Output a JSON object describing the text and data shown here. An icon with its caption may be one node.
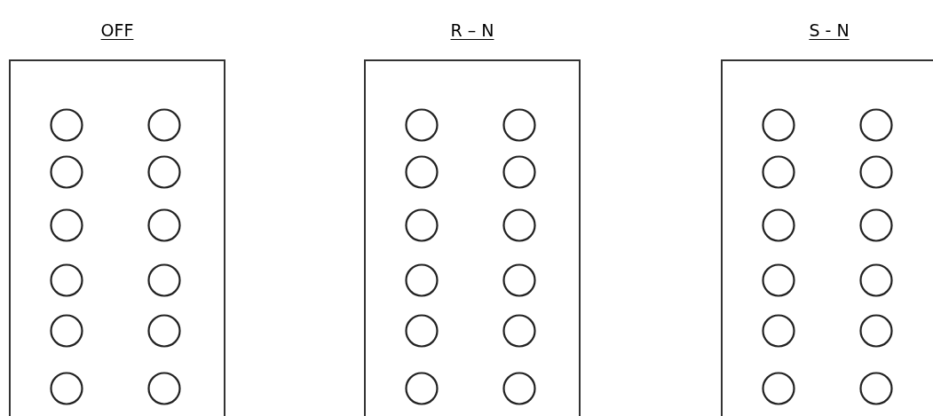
{
  "diagram": {
    "nodes": [
      {
        "text": [
          "OFF"
        ]
      },
      {
        "text": [],
        "shape": "circle",
        "in": 0
      },
      {
        "text": [],
        "shape": "circle",
        "in": 0
      },
      {
        "text": [],
        "shape": "circle",
        "in": 0
      },
      {
        "text": [],
        "shape": "circle",
        "in": 0
      },
      {
        "text": [],
        "shape": "circle",
        "in": 0
      },
      {
        "text": [],
        "shape": "circle",
        "in": 0
      },
      {
        "text": [],
        "shape": "circle",
        "in": 0
      },
      {
        "text": [],
        "shape": "circle",
        "in": 0
      },
      {
        "text": [],
        "shape": "circle",
        "in": 0
      },
      {
        "text": [],
        "shape": "circle",
        "in": 0
      },
      {
        "text": [],
        "shape": "circle",
        "in": 0
      },
      {
        "text": [],
        "shape": "circle",
        "in": 0
      },
      {
        "text": [
          "R – N"
        ]
      },
      {
        "text": [],
        "shape": "circle",
        "in": 13
      },
      {
        "text": [],
        "shape": "circle",
        "in": 13
      },
      {
        "text": [],
        "shape": "circle",
        "in": 13
      },
      {
        "text": [],
        "shape": "circle",
        "in": 13
      },
      {
        "text": [],
        "shape": "circle",
        "in": 13
      },
      {
        "text": [],
        "shape": "circle",
        "in": 13
      },
      {
        "text": [],
        "shape": "circle",
        "in": 13
      },
      {
        "text": [],
        "shape": "circle",
        "in": 13
      },
      {
        "text": [],
        "shape": "circle",
        "in": 13
      },
      {
        "text": [],
        "shape": "circle",
        "in": 13
      },
      {
        "text": [],
        "shape": "circle",
        "in": 13
      },
      {
        "text": [],
        "shape": "circle",
        "in": 13
      },
      {
        "text": [
          "S - N"
        ]
      },
      {
        "text": [],
        "shape": "circle",
        "in": 26
      },
      {
        "text": [],
        "shape": "circle",
        "in": 26
      },
      {
        "text": [],
        "shape": "circle",
        "in": 26
      },
      {
        "text": [],
        "shape": "circle",
        "in": 26
      },
      {
        "text": [],
        "shape": "circle",
        "in": 26
      },
      {
        "text": [],
        "shape": "circle",
        "in": 26
      },
      {
        "text": [],
        "shape": "circle",
        "in": 26
      },
      {
        "text": [],
        "shape": "circle",
        "in": 26
      },
      {
        "text": [],
        "shape": "circle",
        "in": 26
      },
      {
        "text": [],
        "shape": "circle",
        "in": 26
      },
      {
        "text": [],
        "shape": "circle",
        "in": 26
      },
      {
        "text": [],
        "shape": "circle",
        "in": 26
      }
    ]
  }
}
